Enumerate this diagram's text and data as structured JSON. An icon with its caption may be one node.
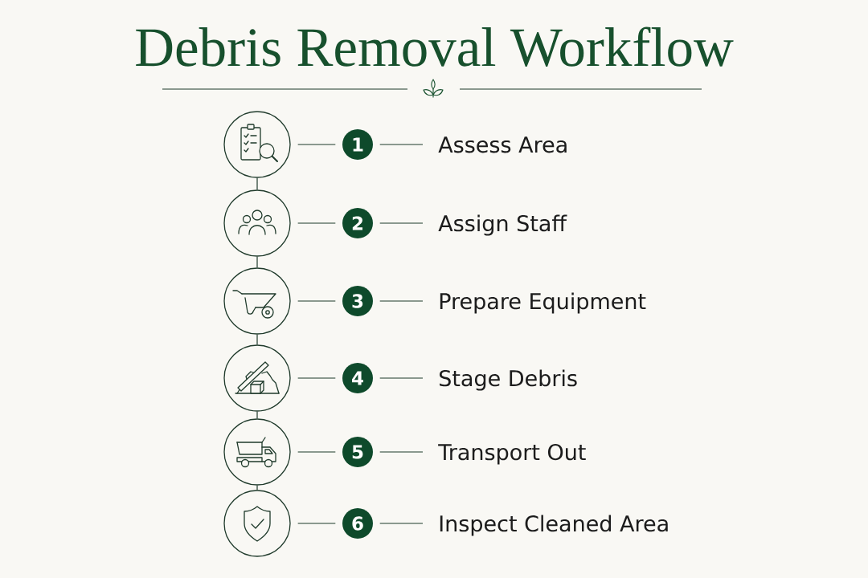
{
  "diagram": {
    "title": "Debris Removal Workflow",
    "nodes": [
      {
        "text": [],
        "shape": "circle"
      },
      {
        "text": [
          "1"
        ]
      },
      {
        "text": [
          "Assess Area"
        ]
      },
      {
        "text": [],
        "shape": "circle"
      },
      {
        "text": [
          "2"
        ]
      },
      {
        "text": [
          "Assign Staff"
        ]
      },
      {
        "text": [],
        "shape": "circle"
      },
      {
        "text": [
          "3"
        ]
      },
      {
        "text": [
          "Prepare Equipment"
        ]
      },
      {
        "text": [],
        "shape": "circle"
      },
      {
        "text": [
          "4"
        ]
      },
      {
        "text": [
          "Stage Debris"
        ]
      },
      {
        "text": [],
        "shape": "circle"
      },
      {
        "text": [
          "5"
        ]
      },
      {
        "text": [
          "Transport Out"
        ]
      },
      {
        "text": [],
        "shape": "circle"
      },
      {
        "text": [
          "6"
        ]
      },
      {
        "text": [
          "Inspect Cleaned Area"
        ]
      }
    ],
    "edges": [
      {
        "from": 0,
        "to": 1,
        "arrow": "none"
      },
      {
        "from": 1,
        "to": 2,
        "arrow": "none"
      },
      {
        "from": 0,
        "to": 3,
        "arrow": "none"
      },
      {
        "from": 3,
        "to": 4,
        "arrow": "none"
      },
      {
        "from": 4,
        "to": 5,
        "arrow": "none"
      },
      {
        "from": 3,
        "to": 6,
        "arrow": "none"
      },
      {
        "from": 6,
        "to": 7,
        "arrow": "none"
      },
      {
        "from": 7,
        "to": 8,
        "arrow": "none"
      },
      {
        "from": 6,
        "to": 9,
        "arrow": "none"
      },
      {
        "from": 9,
        "to": 10,
        "arrow": "none"
      },
      {
        "from": 10,
        "to": 11,
        "arrow": "none"
      },
      {
        "from": 9,
        "to": 12,
        "arrow": "none"
      },
      {
        "from": 12,
        "to": 13,
        "arrow": "none"
      },
      {
        "from": 13,
        "to": 14,
        "arrow": "none"
      },
      {
        "from": 12,
        "to": 15,
        "arrow": "none"
      },
      {
        "from": 15,
        "to": 16,
        "arrow": "none"
      },
      {
        "from": 16,
        "to": 17,
        "arrow": "none"
      }
    ]
  }
}
